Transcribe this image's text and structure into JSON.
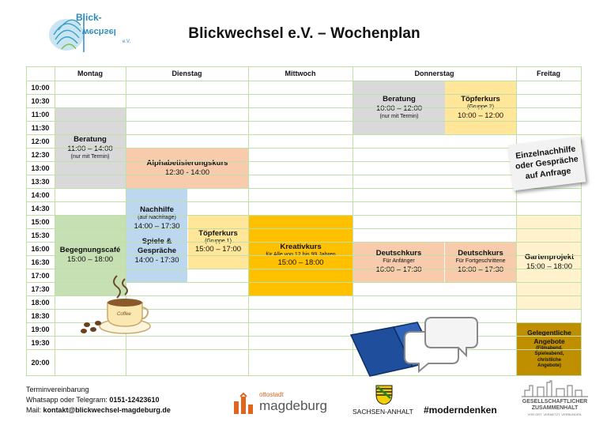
{
  "header": {
    "title": "Blickwechsel e.V. – Wochenplan",
    "logo_top": "Blick-",
    "logo_bottom": "wechsel",
    "logo_ev": "e.V."
  },
  "days": [
    "Montag",
    "Dienstag",
    "Mittwoch",
    "Donnerstag",
    "Freitag"
  ],
  "times": [
    "10:00",
    "10:30",
    "11:00",
    "11:30",
    "12:00",
    "12:30",
    "13:00",
    "13:30",
    "14:00",
    "14:30",
    "15:00",
    "15:30",
    "16:00",
    "16:30",
    "17:00",
    "17:30",
    "18:00",
    "18:30",
    "19:00",
    "19:30",
    "20:00"
  ],
  "blocks": {
    "mo_beratung": {
      "title": "Beratung",
      "time": "11:00 – 14:00",
      "sub": "(nur mit Termin)"
    },
    "mo_cafe": {
      "title": "Begegnungscafé",
      "time": "15:00 – 18:00"
    },
    "di_alpha": {
      "title": "Alphabetisierungskurs",
      "time": "12:30 - 14:00"
    },
    "di_nachhilfe": {
      "title": "Nachhilfe",
      "sub": "(auf Nachfrage)",
      "time": "14:00 – 17:30"
    },
    "di_spiele": {
      "title1": "Spiele &",
      "title2": "Gespräche",
      "time": "14:00 - 17:30"
    },
    "di_toepfer": {
      "title": "Töpferkurs",
      "sub": "(Gruppe 1)",
      "time": "15:00 – 17:00"
    },
    "mi_kreativ": {
      "title": "Kreativkurs",
      "sub": "für Alle von 12 bis 99 Jahren",
      "time": "15:00 – 18:00"
    },
    "do_beratung": {
      "title": "Beratung",
      "time": "10:00 – 12:00",
      "sub": "(nur mit Termin)"
    },
    "do_toepfer": {
      "title": "Töpferkurs",
      "sub": "(Gruppe 2)",
      "time": "10:00 – 12:00"
    },
    "do_deutsch1": {
      "title": "Deutschkurs",
      "sub": "Für Anfänger",
      "time": "16:00 – 17:30"
    },
    "do_deutsch2": {
      "title": "Deutschkurs",
      "sub": "Für Fortgeschrittene",
      "time": "16:00 – 17:30"
    },
    "fr_garten": {
      "title": "Gartenprojekt",
      "time": "15:00 – 18:00"
    },
    "fr_gelegentlich": {
      "title1": "Gelegentliche",
      "title2": "Angebote",
      "sub1": "(Filmabend,",
      "sub2": "Spieleabend,",
      "sub3": "christliche",
      "sub4": "Angebote)"
    }
  },
  "note": {
    "line1": "Einzelnachhilfe",
    "line2": "oder Gespräche",
    "line3": "auf Anfrage"
  },
  "cup_label": "Coffee",
  "footer": {
    "line1": "Terminvereinbarung",
    "line2_label": "Whatsapp oder Telegram: ",
    "line2_value": "0151-12423610",
    "line3_label": "Mail: ",
    "line3_value": "kontakt@blickwechsel-magdeburg.de"
  },
  "logos": {
    "magdeburg_small": "ottostadt",
    "magdeburg_big": "magdeburg",
    "sachsen": "SACHSEN-ANHALT",
    "hashtag": "#moderndenken",
    "gz1": "GESELLSCHAFTLICHER",
    "gz2": "ZUSAMMENHALT",
    "gz3": "VOR ORT. VERNETZT. VERBUNDEN."
  },
  "colors": {
    "grid_line": "#bfe0a6",
    "beratung": "#d9d9d9",
    "alpha": "#f8cbad",
    "nachhilfe": "#bdd7ee",
    "cafe": "#c6e0b4",
    "toepfer": "#ffe699",
    "kreativ": "#ffc000",
    "garten": "#fff2cc",
    "gelegentlich": "#bf8f00"
  }
}
